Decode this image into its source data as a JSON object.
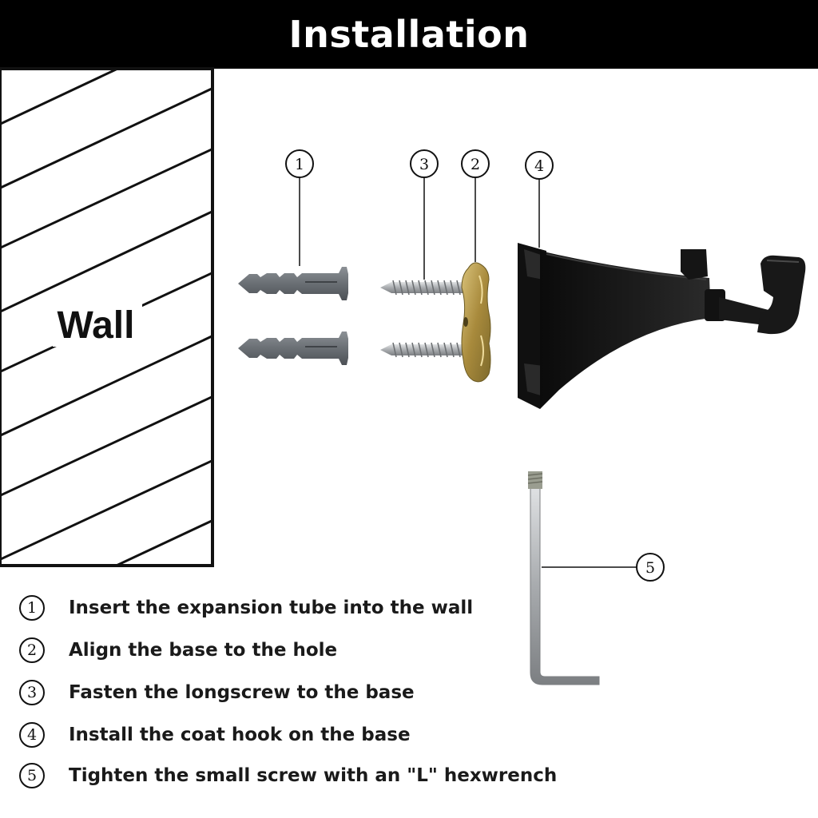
{
  "header": {
    "title": "Installation"
  },
  "wall": {
    "label": "Wall"
  },
  "callouts": [
    {
      "num": "1",
      "part": "expansion-tube"
    },
    {
      "num": "3",
      "part": "long-screw"
    },
    {
      "num": "2",
      "part": "base"
    },
    {
      "num": "4",
      "part": "coat-hook"
    },
    {
      "num": "5",
      "part": "l-hexwrench"
    }
  ],
  "steps": [
    {
      "num": "1",
      "text": "Insert the expansion tube into the wall"
    },
    {
      "num": "2",
      "text": "Align the base to the hole"
    },
    {
      "num": "3",
      "text": "Fasten the longscrew to the base"
    },
    {
      "num": "4",
      "text": "Install the coat hook on the base"
    },
    {
      "num": "5",
      "text": "Tighten the small screw with an \"L\" hexwrench"
    }
  ],
  "colors": {
    "header_bg": "#000000",
    "header_text": "#ffffff",
    "anchor_gray": "#6d7277",
    "screw_silver": "#b9bcbf",
    "base_brass": "#b59a4a",
    "hook_black": "#141414"
  }
}
